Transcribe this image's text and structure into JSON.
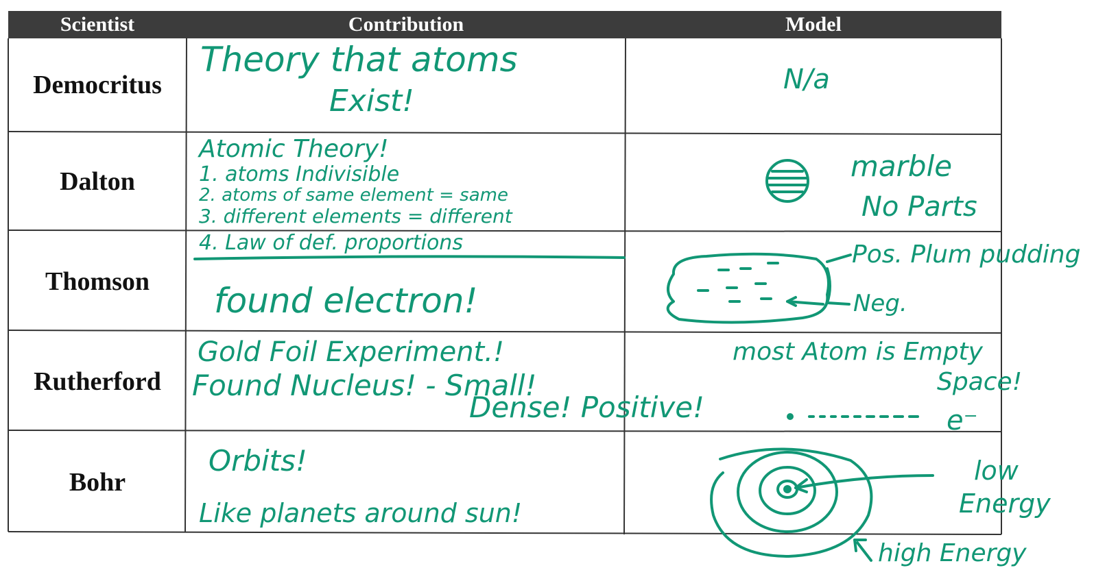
{
  "headers": {
    "scientist": "Scientist",
    "contribution": "Contribution",
    "model": "Model"
  },
  "rows": [
    {
      "scientist": "Democritus",
      "contribution": [
        "Theory that atoms",
        "Exist!"
      ],
      "model": [
        "N/a"
      ]
    },
    {
      "scientist": "Dalton",
      "contribution": [
        "Atomic Theory!",
        "1. atoms Indivisible",
        "2. atoms of same element = same",
        "3. different elements = different",
        "4. Law of def. proportions"
      ],
      "model": [
        "marble",
        "No Parts"
      ]
    },
    {
      "scientist": "Thomson",
      "contribution": [
        "found electron!"
      ],
      "model": [
        "Pos. Plum pudding",
        "Neg."
      ]
    },
    {
      "scientist": "Rutherford",
      "contribution": [
        "Gold Foil Experiment.!",
        "Found Nucleus! - Small!",
        "Dense! Positive!"
      ],
      "model": [
        "most Atom is Empty",
        "Space!",
        "e⁻"
      ]
    },
    {
      "scientist": "Bohr",
      "contribution": [
        "Orbits!",
        "Like planets around sun!"
      ],
      "model": [
        "low",
        "Energy",
        "high Energy"
      ]
    }
  ],
  "colors": {
    "ink": "#119775",
    "header_bg": "#3c3c3c",
    "grid": "#333333"
  }
}
